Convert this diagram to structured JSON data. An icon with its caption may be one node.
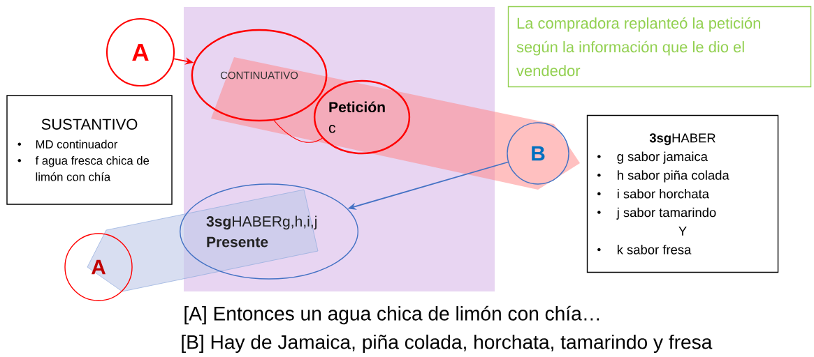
{
  "diagram": {
    "nodes": [
      {
        "text": [
          "A"
        ]
      },
      {
        "text": [
          "CONTINUATIVO"
        ]
      },
      {
        "text": [
          "Petición",
          "c"
        ]
      },
      {
        "text": [
          "SUSTANTIVO",
          "MD continuador",
          "f agua fresca chica de limón con chía"
        ]
      },
      {
        "text": [
          "La compradora replanteó la petición según la información que le dio el vendedor"
        ]
      },
      {
        "text": [
          "B"
        ]
      },
      {
        "text": [
          "**3sg**HABER",
          "g sabor jamaica",
          "h sabor piña colada",
          "i sabor horchata",
          "j sabor tamarindo",
          "Y",
          "k sabor fresa"
        ]
      },
      {
        "text": [
          "**3sg**HABERg,h,i,j",
          "Presente"
        ]
      },
      {
        "text": [
          "A"
        ]
      }
    ],
    "edges": [
      {
        "from": 0,
        "to": 1,
        "arrow": "to",
        "color": "#ff0000"
      },
      {
        "from": 5,
        "to": 7,
        "arrow": "to",
        "color": "#4472c4"
      },
      {
        "from": 1,
        "to": 2,
        "arrow": "none",
        "color": "#ff0000"
      }
    ],
    "labels": [
      "[A] Entonces un agua chica de limón con chía…",
      "[B] Hay de Jamaica, piña colada, horchata, tamarindo y fresa"
    ]
  }
}
